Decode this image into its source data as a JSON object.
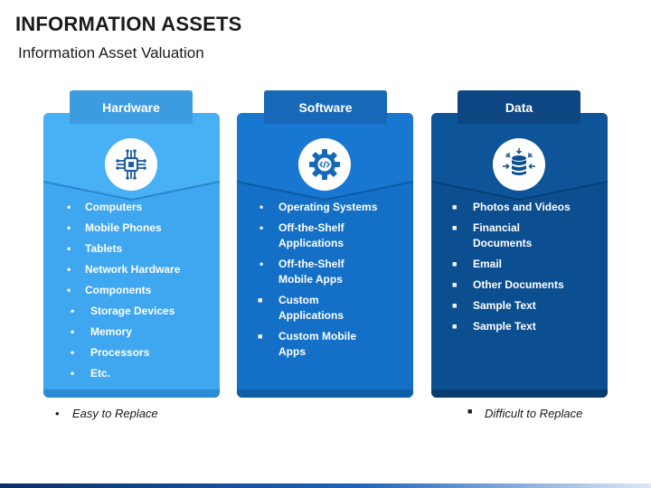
{
  "title": "INFORMATION ASSETS",
  "subtitle": "Information Asset Valuation",
  "colors": {
    "hardware": "#3fa6f0",
    "software": "#1470c7",
    "data": "#0c4f91"
  },
  "hardware": {
    "label": "Hardware",
    "icon": "chip-icon",
    "items": [
      "Computers",
      "Mobile Phones",
      "Tablets",
      "Network Hardware",
      "Components"
    ],
    "subitems": [
      "Storage Devices",
      "Memory",
      "Processors",
      "Etc."
    ]
  },
  "software": {
    "label": "Software",
    "icon": "gear-code-icon",
    "items": [
      "Operating Systems",
      "Off-the-Shelf",
      "Applications",
      "Off-the-Shelf",
      "Mobile Apps",
      "Custom",
      "Applications",
      "Custom Mobile",
      "Apps"
    ]
  },
  "data": {
    "label": "Data",
    "icon": "database-icon",
    "items": [
      "Photos and Videos",
      "Financial",
      "Documents",
      "Email",
      "Other Documents",
      "Sample Text",
      "Sample Text"
    ]
  },
  "notes": {
    "left": "Easy to Replace",
    "right": "Difficult to Replace"
  }
}
